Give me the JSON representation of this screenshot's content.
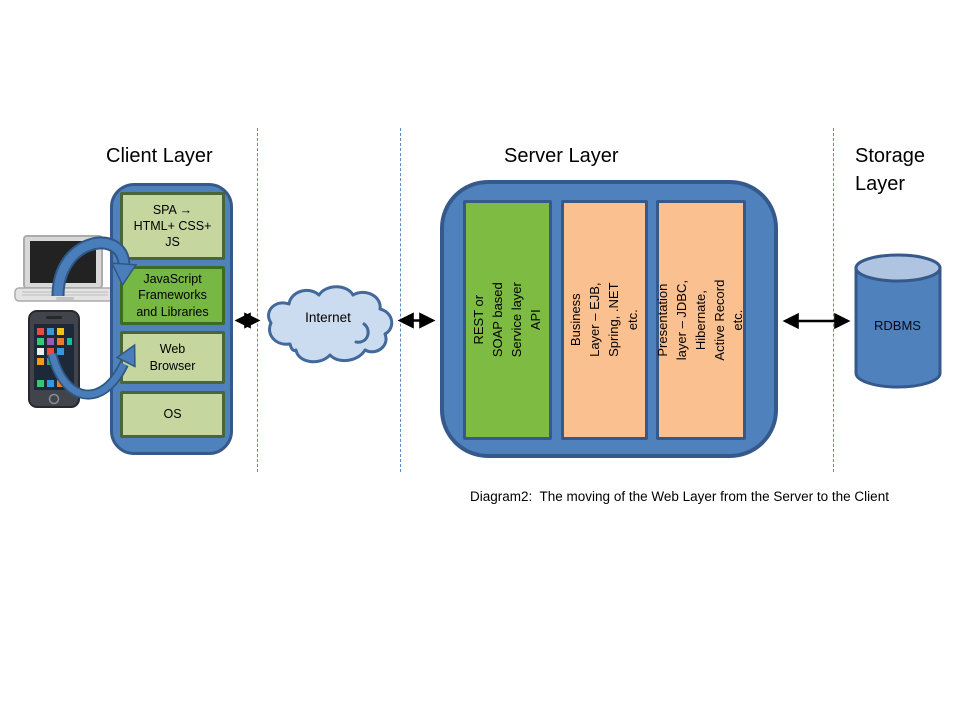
{
  "headers": {
    "client": "Client Layer",
    "server": "Server Layer",
    "storage": "Storage Layer"
  },
  "client": {
    "spa": "SPA →\nHTML+ CSS+\nJS",
    "js_frameworks": "JavaScript\nFrameworks\nand Libraries",
    "web_browser": "Web\nBrowser",
    "os": "OS"
  },
  "network": {
    "cloud_label": "Internet"
  },
  "server": {
    "service_layer": "REST or SOAP based Service layer\nAPI",
    "business_layer": "Business Layer – EJB, Spring, .NET\netc.",
    "presentation_layer": "Presentation layer – JDBC,\nHibernate, Active Record etc."
  },
  "storage": {
    "db_label": "RDBMS"
  },
  "caption": "Diagram2:  The moving of the Web Layer from the Server to the Client",
  "icons": {
    "laptop": "laptop-icon",
    "smartphone": "smartphone-icon",
    "cloud": "internet-cloud-icon",
    "database": "database-cylinder-icon"
  },
  "colors": {
    "container_blue": "#4f81bd",
    "container_border": "#36598c",
    "light_green": "#c5d79f",
    "bright_green": "#76b843",
    "server_green": "#7dbb42",
    "orange": "#fac090",
    "cloud_fill": "#ccdcf0",
    "dashed_separator": "#5b8bc9",
    "arrow_black": "#000000",
    "curved_arrow_blue": "#4a7ebb"
  }
}
